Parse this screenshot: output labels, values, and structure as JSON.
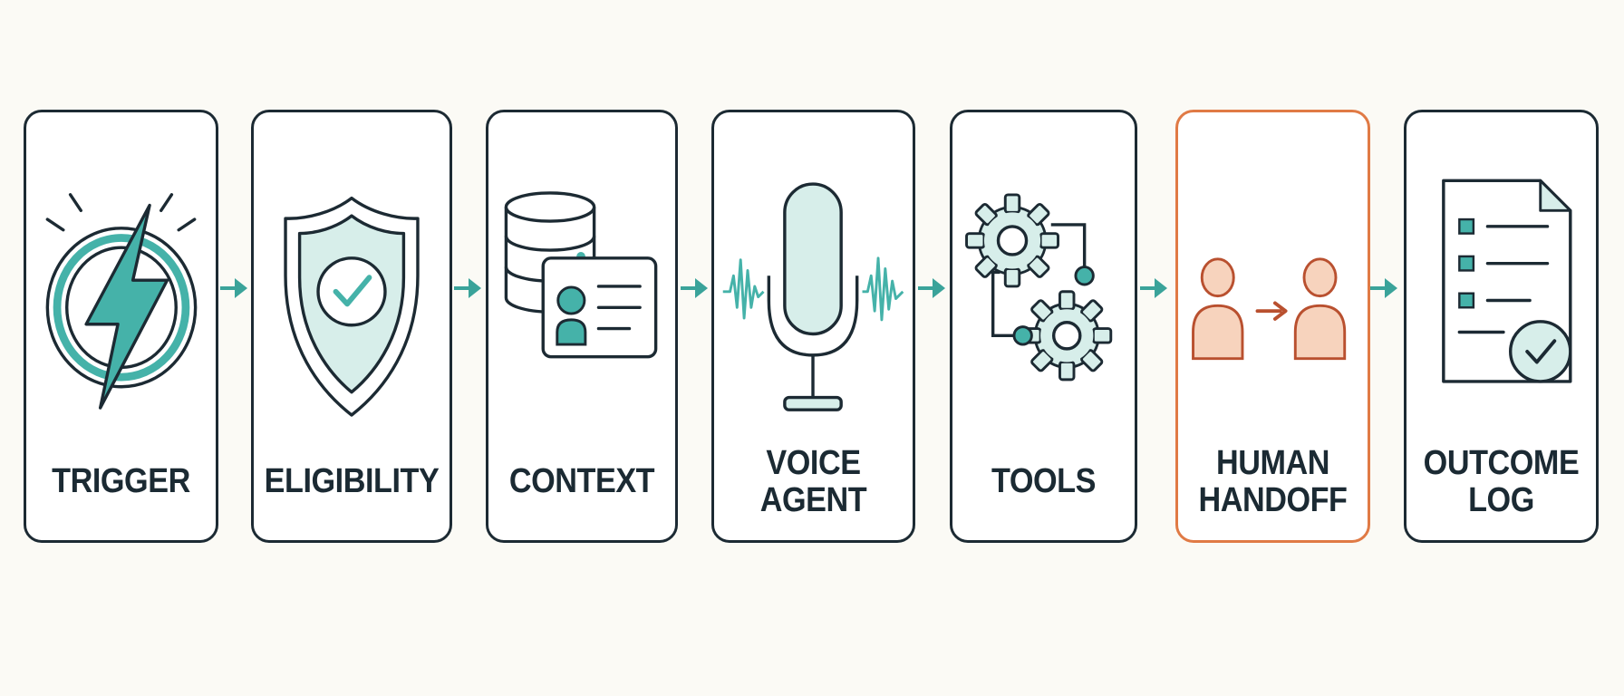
{
  "colors": {
    "background": "#fbfaf5",
    "outline": "#1c2a33",
    "accent_teal": "#45b2a9",
    "fill_teal_light": "#d7eeea",
    "highlight_orange": "#e07a45",
    "person_fill": "#f7d3bd",
    "person_stroke": "#b9502f"
  },
  "steps": [
    {
      "id": "trigger",
      "label": "TRIGGER",
      "icon": "lightning-bolt-icon"
    },
    {
      "id": "eligibility",
      "label": "ELIGIBILITY",
      "icon": "shield-check-icon"
    },
    {
      "id": "context",
      "label": "CONTEXT",
      "icon": "database-profile-card-icon"
    },
    {
      "id": "voice-agent",
      "label": "VOICE AGENT",
      "icon": "microphone-icon"
    },
    {
      "id": "tools",
      "label": "TOOLS",
      "icon": "gears-icon"
    },
    {
      "id": "human-handoff",
      "label_line1": "HUMAN",
      "label_line2": "HANDOFF",
      "icon": "person-handoff-icon",
      "highlighted": true
    },
    {
      "id": "outcome-log",
      "label": "OUTCOME LOG",
      "icon": "document-checklist-icon"
    }
  ],
  "connectors": [
    "arrow-right-icon",
    "arrow-right-icon",
    "arrow-right-icon",
    "arrow-right-icon",
    "arrow-right-icon",
    "arrow-right-icon"
  ]
}
